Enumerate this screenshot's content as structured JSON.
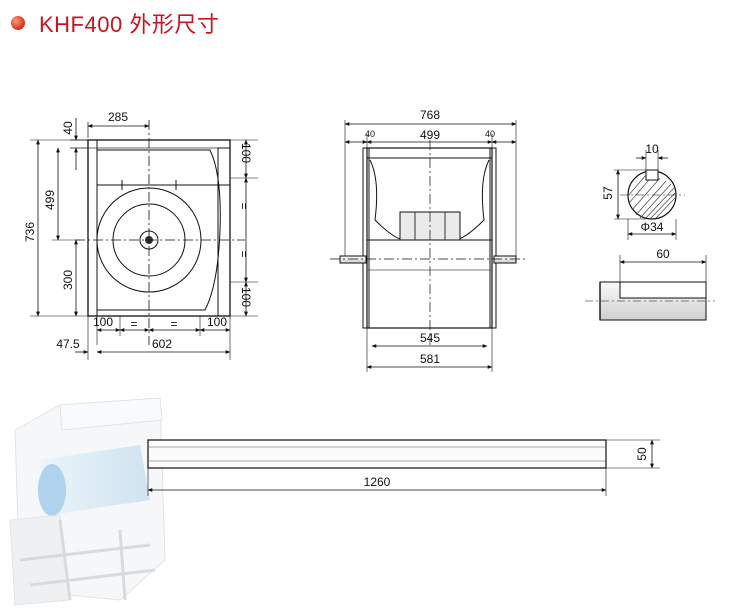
{
  "header": {
    "title": "KHF400 外形尺寸"
  },
  "front_view": {
    "dims": {
      "top_offset": "40",
      "half_width": "285",
      "total_height": "736",
      "upper_height": "499",
      "lower_height": "300",
      "right_top": "100",
      "right_bottom": "100",
      "right_eq_1": "=",
      "right_eq_2": "=",
      "bottom_left": "100",
      "bottom_right": "100",
      "bottom_eq_1": "=",
      "bottom_eq_2": "=",
      "left_offset": "47.5",
      "bottom_width": "602"
    }
  },
  "side_view": {
    "dims": {
      "overall_width": "768",
      "left_flange": "40",
      "inner_width": "499",
      "right_flange": "40",
      "bottom_inner": "545",
      "bottom_outer": "581"
    }
  },
  "shaft_section": {
    "dims": {
      "key_width": "10",
      "key_depth": "57",
      "diameter": "Φ34"
    }
  },
  "shaft_end": {
    "dims": {
      "length": "60"
    }
  },
  "bar": {
    "dims": {
      "length": "1260",
      "height": "50"
    }
  }
}
